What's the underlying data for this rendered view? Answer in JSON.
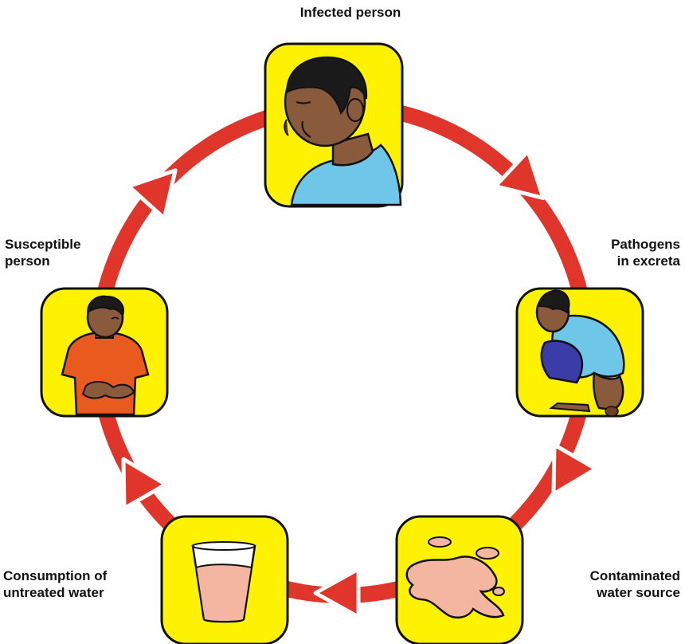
{
  "colors": {
    "cycle_ring": "#e0352b",
    "tile_fill": "#fff200",
    "tile_border": "#111111",
    "arrow_outline": "#ffffff"
  },
  "nodes": [
    {
      "id": "infected",
      "lines": [
        "Infected person"
      ],
      "icon": "coughing-person-icon"
    },
    {
      "id": "excreta",
      "lines": [
        "Pathogens",
        "in excreta"
      ],
      "icon": "squatting-person-icon"
    },
    {
      "id": "water-source",
      "lines": [
        "Contaminated",
        "water source"
      ],
      "icon": "puddle-icon"
    },
    {
      "id": "consumption",
      "lines": [
        "Consumption of",
        "untreated water"
      ],
      "icon": "water-glass-icon"
    },
    {
      "id": "susceptible",
      "lines": [
        "Susceptible",
        "person"
      ],
      "icon": "stomach-ache-person-icon"
    }
  ],
  "flow": [
    "infected",
    "excreta",
    "water-source",
    "consumption",
    "susceptible",
    "infected"
  ]
}
